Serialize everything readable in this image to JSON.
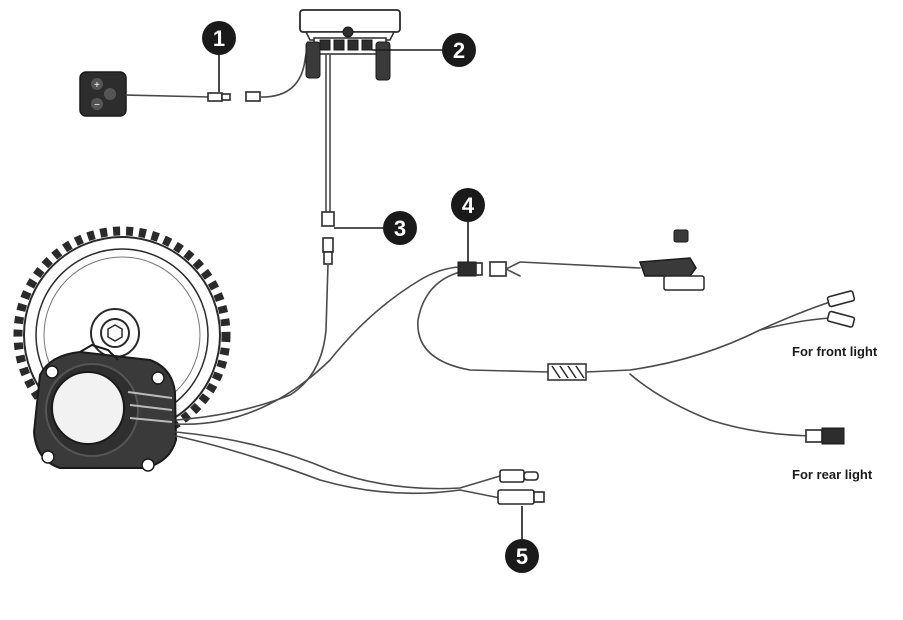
{
  "callouts": [
    {
      "number": "1"
    },
    {
      "number": "2"
    },
    {
      "number": "3"
    },
    {
      "number": "4"
    },
    {
      "number": "5"
    }
  ],
  "labels": {
    "front_light": "For front light",
    "rear_light": "For rear light"
  },
  "colors": {
    "ink": "#2a2a2a",
    "badge": "#1a1a1a"
  }
}
